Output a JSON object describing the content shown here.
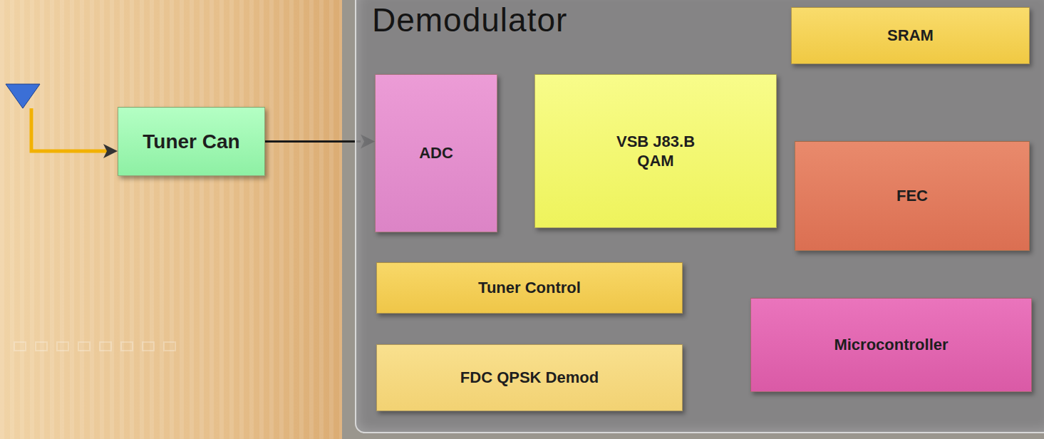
{
  "diagram": {
    "nodes": [
      {
        "text": [
          "Tuner Can"
        ]
      },
      {
        "text": [
          "Demodulator"
        ]
      },
      {
        "text": [
          "ADC"
        ],
        "in": 1
      },
      {
        "text": [
          "VSB J83.B QAM"
        ],
        "in": 1
      },
      {
        "text": [
          "SRAM"
        ],
        "in": 1
      },
      {
        "text": [
          "FEC"
        ],
        "in": 1
      },
      {
        "text": [
          "Tuner Control"
        ],
        "in": 1
      },
      {
        "text": [
          "Microcontroller"
        ],
        "in": 1
      },
      {
        "text": [
          "FDC QPSK Demod"
        ],
        "in": 1
      }
    ],
    "edges": [
      {
        "from": 0,
        "to": 2,
        "arrow": "to"
      }
    ]
  }
}
